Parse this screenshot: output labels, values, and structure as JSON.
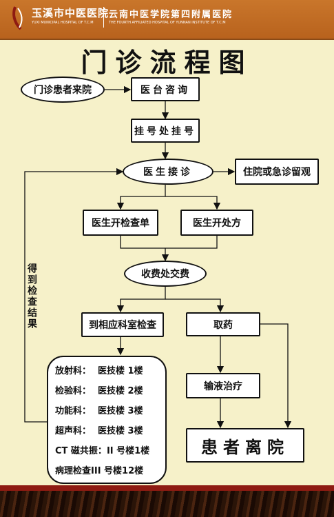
{
  "header": {
    "hospital_name": "玉溪市中医医院",
    "hospital_name_en": "YUXI MUNICIPAL HOSPITAL OF T.C.M",
    "affiliation": "云南中医学院第四附属医院",
    "affiliation_en": "THE FOURTH AFFILIATED HOSPITAL OF YUNNAN INSTITUTE OF T.C.M"
  },
  "title": "门诊流程图",
  "nodes": {
    "patient_arrival": "门诊患者来院",
    "consultation_desk": "医台咨询",
    "registration": "挂号处挂号",
    "doctor_consult": "医生接诊",
    "hospitalization": "住院或急诊留观",
    "exam_order": "医生开检查单",
    "prescription": "医生开处方",
    "payment": "收费处交费",
    "dept_exam": "到相应科室检查",
    "get_medicine": "取药",
    "infusion": "输液治疗",
    "leave": "患者离院"
  },
  "loop_label": "得到检查结果",
  "departments": [
    {
      "dept": "放射科：",
      "location": "医技楼 1楼"
    },
    {
      "dept": "检验科：",
      "location": "医技楼 2楼"
    },
    {
      "dept": "功能科：",
      "location": "医技楼 3楼"
    },
    {
      "dept": "超声科：",
      "location": "医技楼 3楼"
    },
    {
      "dept": "CT 磁共振：",
      "location": "II 号楼1楼"
    },
    {
      "dept": "病理检查",
      "location": "III 号楼12楼"
    }
  ]
}
